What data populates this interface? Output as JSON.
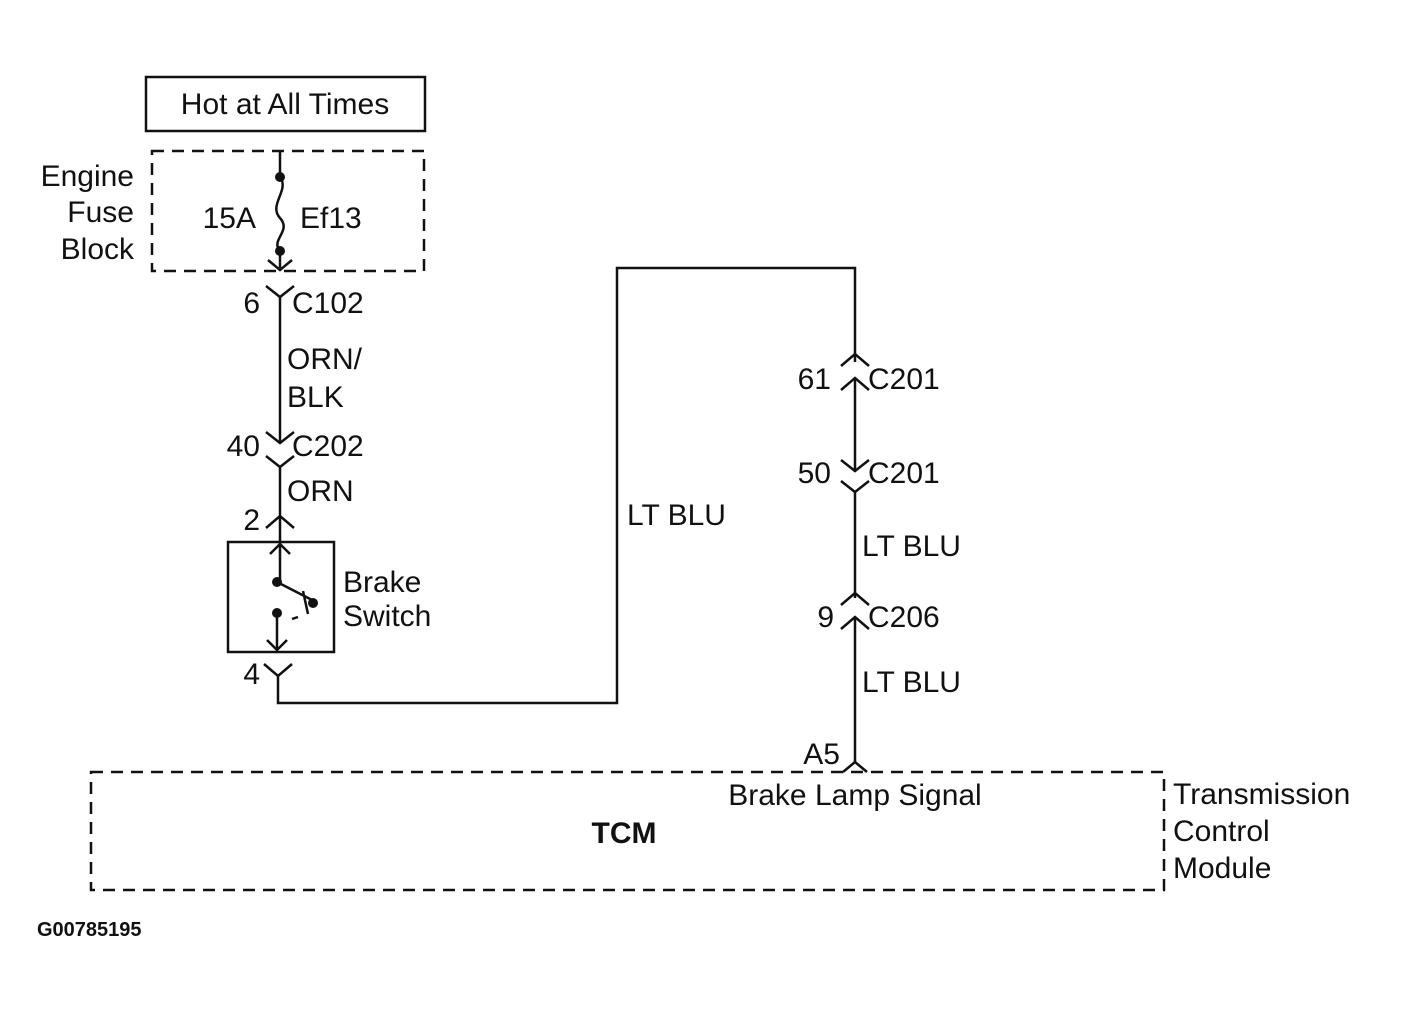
{
  "power": {
    "label": "Hot at All Times"
  },
  "fuse_block": {
    "name_lines": [
      "Engine",
      "Fuse",
      "Block"
    ],
    "fuse_rating": "15A",
    "fuse_id": "Ef13"
  },
  "connectors": {
    "c102": {
      "pin": "6",
      "name": "C102"
    },
    "c202": {
      "pin": "40",
      "name": "C202"
    },
    "switch_in": {
      "pin": "2"
    },
    "switch_out": {
      "pin": "4"
    },
    "c201_top": {
      "pin": "61",
      "name": "C201"
    },
    "c201_bottom": {
      "pin": "50",
      "name": "C201"
    },
    "c206": {
      "pin": "9",
      "name": "C206"
    },
    "tcm_pin": {
      "pin": "A5"
    }
  },
  "wires": {
    "orn_blk_lines": [
      "ORN/",
      "BLK"
    ],
    "orn": "ORN",
    "lt_blu_loop": "LT BLU",
    "lt_blu_mid": "LT BLU",
    "lt_blu_low": "LT BLU"
  },
  "brake_switch": {
    "name_lines": [
      "Brake",
      "Switch"
    ]
  },
  "tcm": {
    "abbr": "TCM",
    "signal": "Brake Lamp Signal",
    "name_lines": [
      "Transmission",
      "Control",
      "Module"
    ]
  },
  "figure_id": "G00785195"
}
